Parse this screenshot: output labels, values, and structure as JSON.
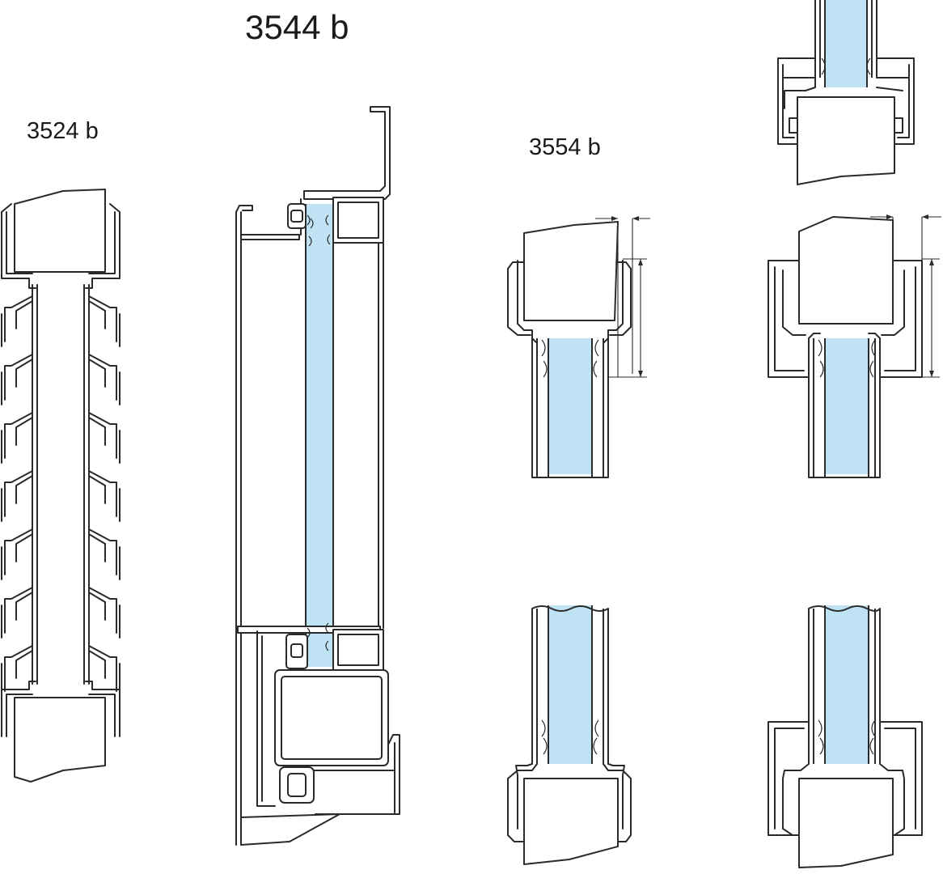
{
  "labels": {
    "profile_3544": "3544 b",
    "profile_3524": "3524 b",
    "profile_3554": "3554 b"
  },
  "colors": {
    "glass": "#bfe3f4",
    "line": "#2a2a2a",
    "background": "#ffffff"
  }
}
